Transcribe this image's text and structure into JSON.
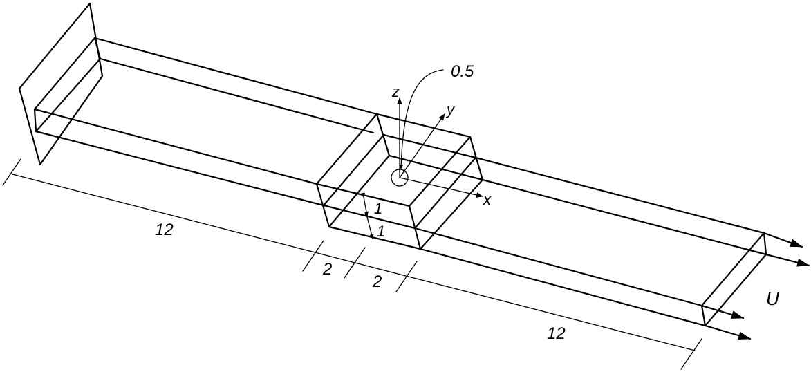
{
  "labels": {
    "radius": "0.5",
    "axis_x": "x",
    "axis_y": "y",
    "axis_z": "z",
    "height_upper": "1",
    "height_lower": "1",
    "upstream_length": "12",
    "block_left": "2",
    "block_right": "2",
    "downstream_length": "12",
    "velocity": "U"
  },
  "colors": {
    "line": "#000000",
    "background": "#ffffff"
  }
}
